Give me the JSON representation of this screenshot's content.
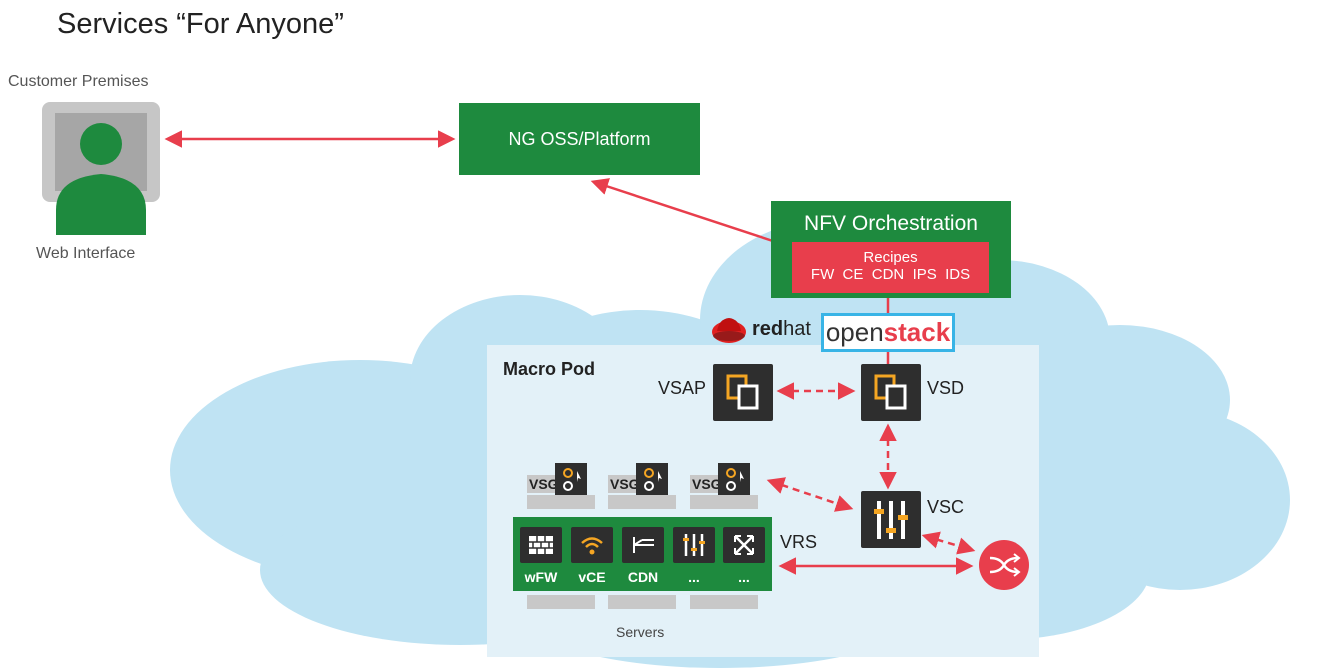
{
  "title": "Services “For Anyone”",
  "customer": {
    "premises_label": "Customer Premises",
    "interface_label": "Web Interface",
    "icon": "user-monitor-icon"
  },
  "oss": {
    "label": "NG OSS/Platform"
  },
  "nfv": {
    "title": "NFV Orchestration",
    "recipes_label": "Recipes",
    "recipes_list": "FW  CE  CDN  IPS  IDS"
  },
  "logos": {
    "redhat_bold": "red",
    "redhat_light": "hat",
    "openstack_light": "open",
    "openstack_bold": "stack"
  },
  "pod": {
    "label": "Macro Pod",
    "vsap": "VSAP",
    "vsd": "VSD",
    "vsc": "VSC",
    "vrs": "VRS",
    "servers": "Servers",
    "vsg_tags": [
      "VSG",
      "VSG",
      "VSG"
    ],
    "vnfs": [
      {
        "label": "wFW",
        "icon": "firewall-icon"
      },
      {
        "label": "vCE",
        "icon": "wifi-icon"
      },
      {
        "label": "CDN",
        "icon": "cdn-icon"
      },
      {
        "label": "...",
        "icon": "sliders-icon"
      },
      {
        "label": "...",
        "icon": "crossing-arrows-icon"
      }
    ]
  },
  "colors": {
    "green": "#1e8a3e",
    "red": "#e83e4c",
    "cloud": "#bfe3f3",
    "pod": "#e3f1f8",
    "dark": "#2e2e2e"
  }
}
